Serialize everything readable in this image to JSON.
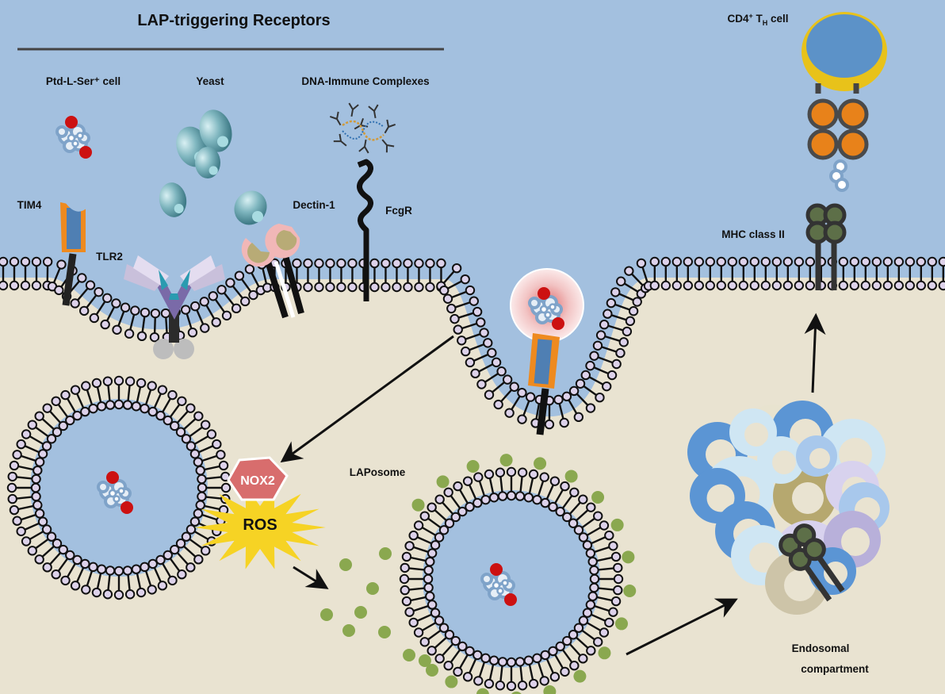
{
  "title": "LAP-triggering Receptors",
  "labels": {
    "ptd_cell": "Ptd-L-Ser⁺ cell",
    "yeast": "Yeast",
    "dna_ic": "DNA-Immune Complexes",
    "tim4": "TIM4",
    "tlr2": "TLR2",
    "dectin1": "Dectin-1",
    "fcgr": "FcgR",
    "cd4_main": "CD4",
    "cd4_sup": "+",
    "cd4_t": " T",
    "cd4_sub": "H",
    "cd4_tail": " cell",
    "mhc2": "MHC class II",
    "nox2": "NOX2",
    "ros": "ROS",
    "laposome": "LAPosome",
    "endosomal_1": "Endosomal",
    "endosomal_2": "compartment"
  },
  "colors": {
    "extracellular": "#a3c0df",
    "cytoplasm": "#e9e3d1",
    "lipid_head": "#ddd2ea",
    "receptor_orange": "#ee8a1f",
    "receptor_blue": "#4f7fb3",
    "apoptotic_red": "#cc1111",
    "apoptotic_blue": "#7fa3c9",
    "nox2_fill": "#d86d6d",
    "ros_fill": "#f6d324",
    "ros_text": "#c0391b",
    "lap_dot": "#8aa84f",
    "mhc_green": "#5d6f48",
    "tcr_orange": "#e8821a",
    "tcell_yellow": "#e8c21a",
    "tcell_nucleus": "#5c92c8"
  }
}
